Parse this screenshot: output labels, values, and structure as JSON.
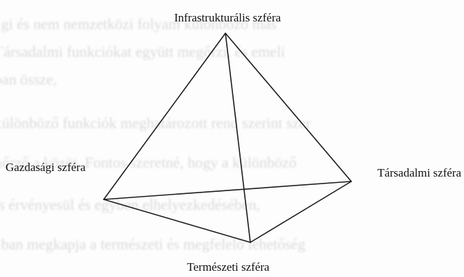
{
  "diagram": {
    "labels": {
      "top": "Infrastrukturális szféra",
      "left": "Gazdasági szféra",
      "right": "Társadalmi szféra",
      "bottom": "Természeti szféra"
    }
  }
}
